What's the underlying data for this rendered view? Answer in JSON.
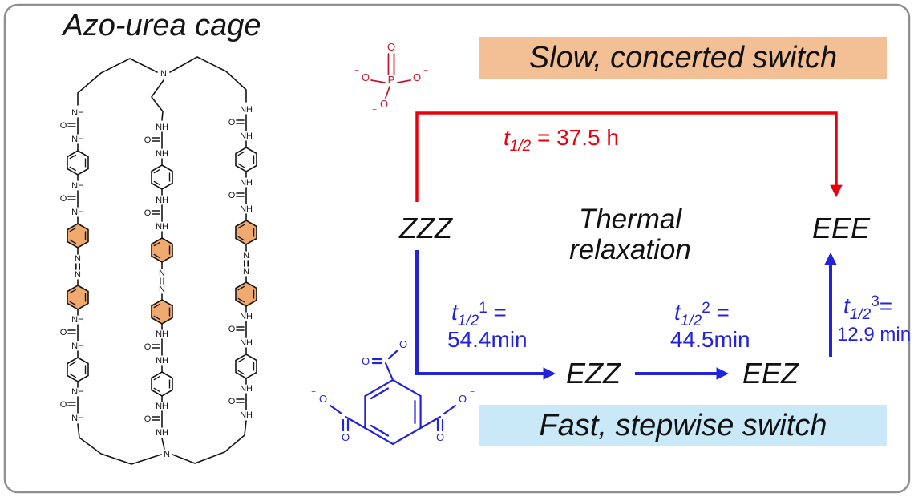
{
  "figure": {
    "title": "Azo-urea cage"
  },
  "banners": {
    "slow": "Slow, concerted switch",
    "fast": "Fast, stepwise switch"
  },
  "thermal": {
    "line1": "Thermal",
    "line2": "relaxation"
  },
  "states": {
    "zzz": "ZZZ",
    "ezz": "EZZ",
    "eez": "EEZ",
    "eee": "EEE"
  },
  "kinetics": {
    "concerted": {
      "t": "t",
      "sub": "1/2",
      "rest": " = 37.5 h"
    },
    "step1": {
      "t": "t",
      "sub": "1/2",
      "sup": "1",
      "eq": " =",
      "value": "54.4min"
    },
    "step2": {
      "t": "t",
      "sub": "1/2",
      "sup": "2",
      "eq": " =",
      "value": "44.5min"
    },
    "step3": {
      "t": "t",
      "sub": "1/2",
      "sup": "3",
      "eq": "=",
      "value": "12.9 min"
    }
  },
  "atoms": {
    "nh": "NH",
    "n": "N",
    "o": "O",
    "p": "P",
    "minus": "−"
  },
  "colors": {
    "red": "#e8000d",
    "crimson": "#c0182e",
    "blue": "#2323d9",
    "orange_banner": "#f3c096",
    "blue_banner": "#c9e9f8",
    "ring_highlight": "#f0a96e",
    "ink": "#151515",
    "border": "#8f8f8f"
  }
}
